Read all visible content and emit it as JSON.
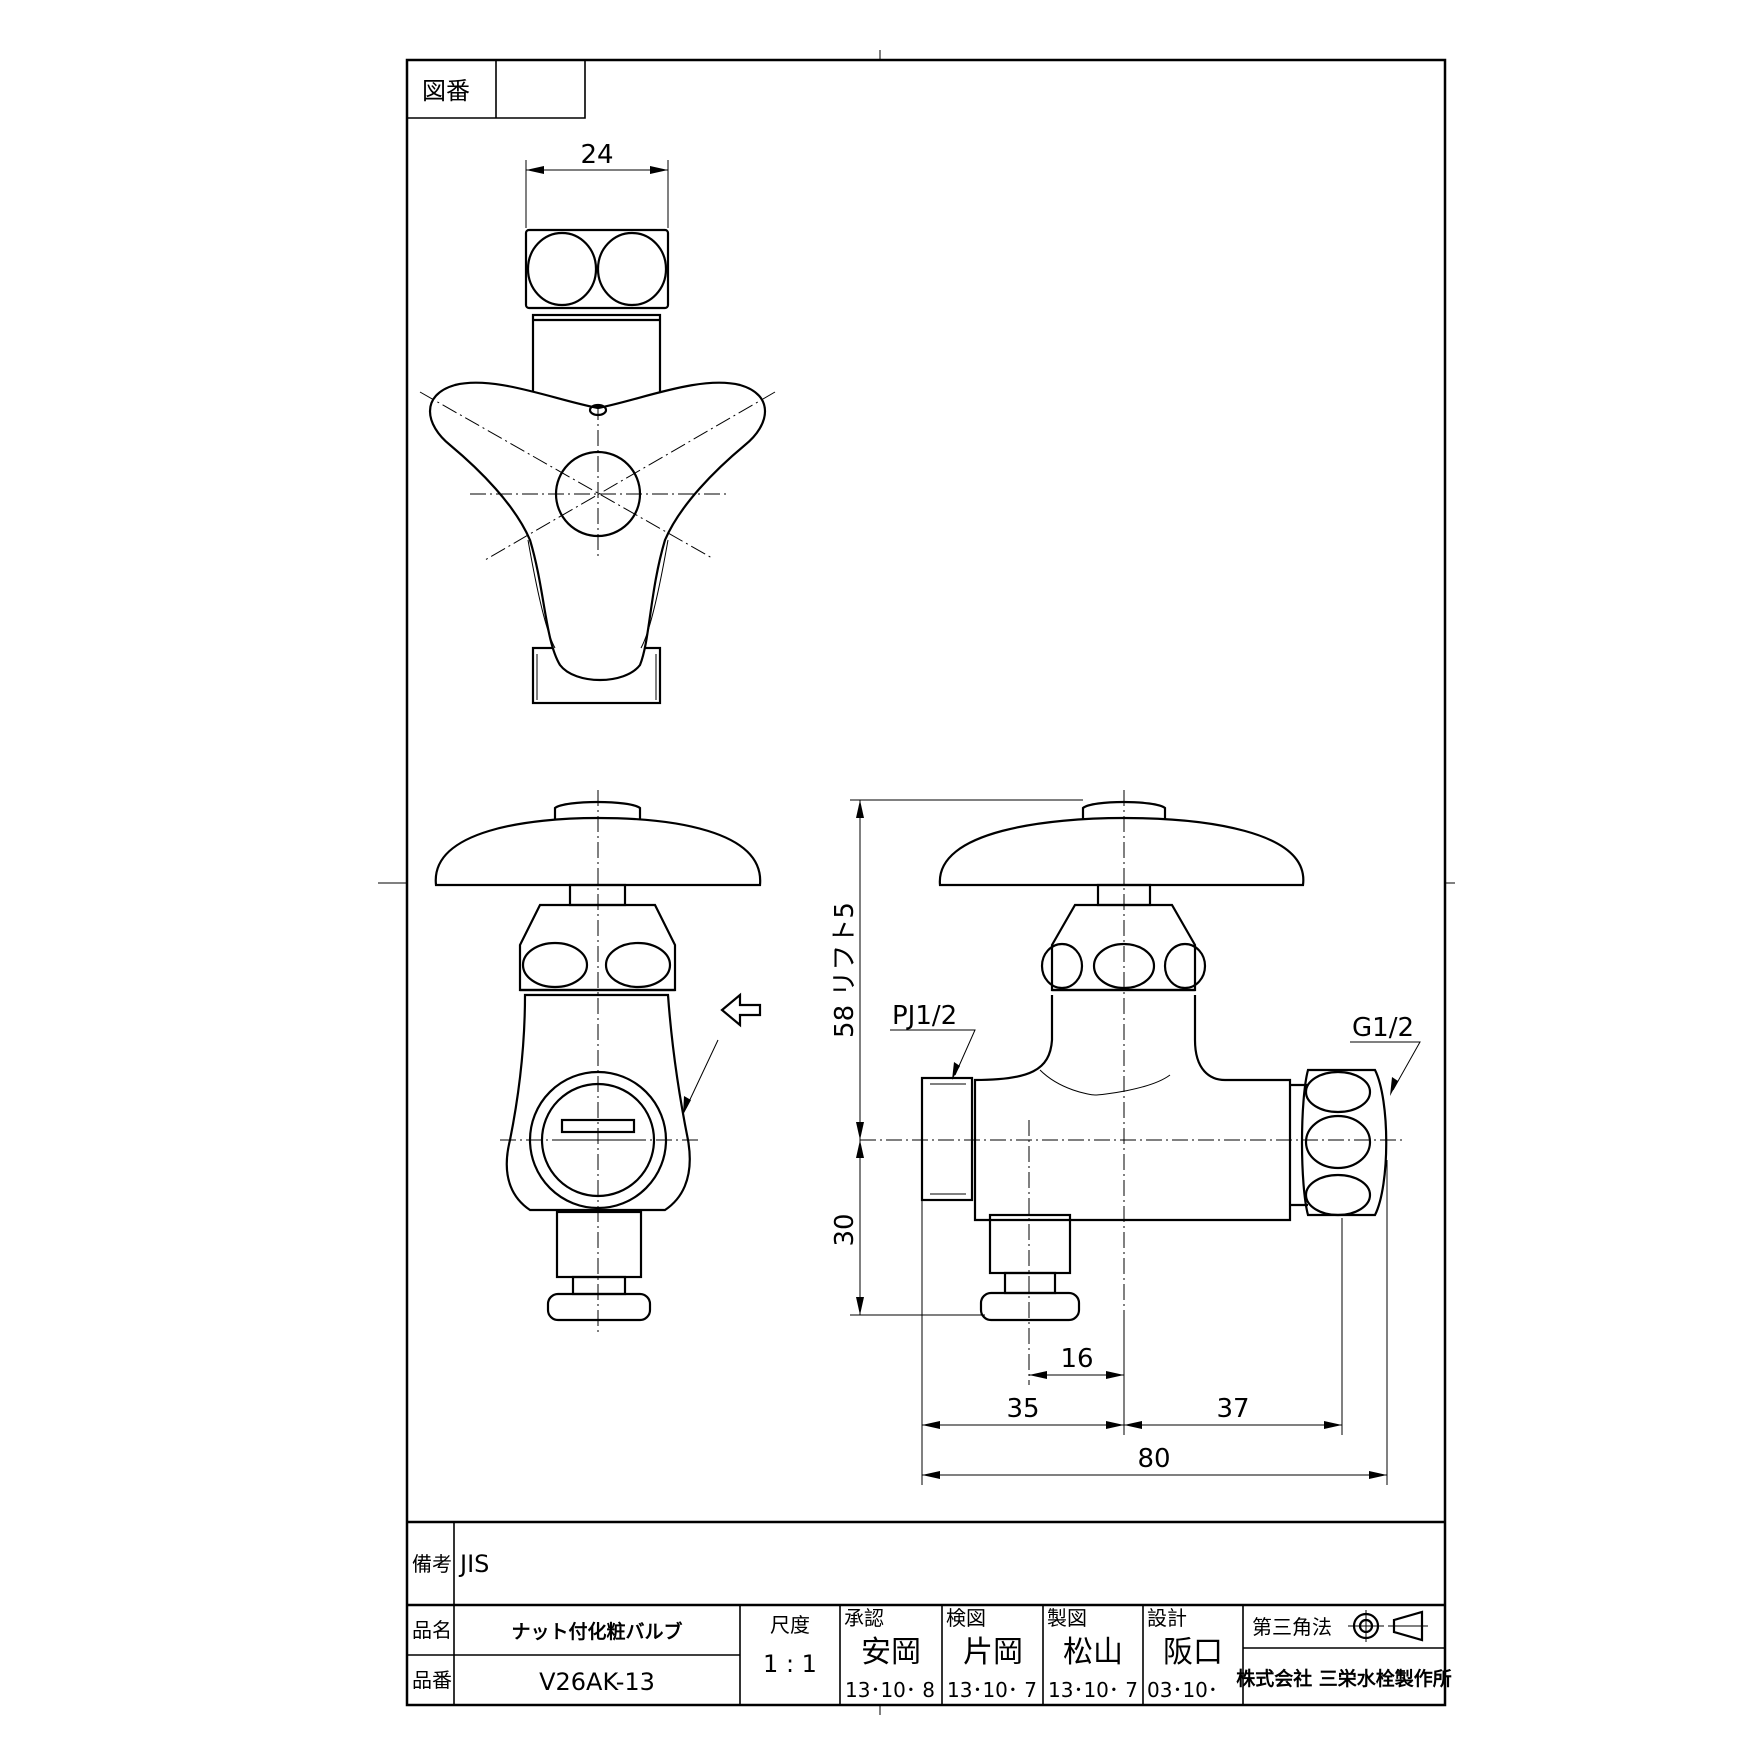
{
  "title_block": {
    "drawing_number_label": "図番",
    "drawing_number_value": "",
    "remarks_label": "備考",
    "remarks_value": "JIS",
    "product_name_label": "品名",
    "product_name": "ナット付化粧バルブ",
    "product_number_label": "品番",
    "product_number": "V26AK-13",
    "scale_label": "尺度",
    "scale_value": "1 : 1",
    "approvals": [
      {
        "role": "承認",
        "name": "安岡",
        "date": "13･10･ 8"
      },
      {
        "role": "検図",
        "name": "片岡",
        "date": "13･10･ 7"
      },
      {
        "role": "製図",
        "name": "松山",
        "date": "13･10･ 7"
      },
      {
        "role": "設計",
        "name": "阪口",
        "date": "03･10･"
      }
    ],
    "projection_label": "第三角法",
    "company": "株式会社 三栄水栓製作所"
  },
  "dimensions": {
    "top_width": "24",
    "height_upper": "58 リフト5",
    "height_lower": "30",
    "inlet_thread": "PJ1/2",
    "outlet_thread": "G1/2",
    "offset_a": "16",
    "left_length": "35",
    "right_length": "37",
    "overall_length": "80"
  }
}
